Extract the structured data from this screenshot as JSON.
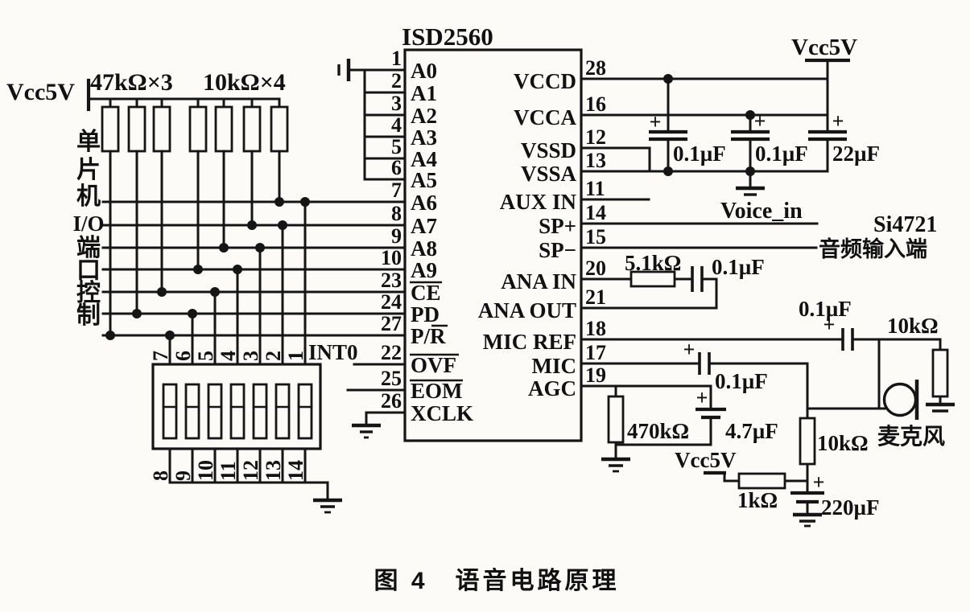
{
  "caption": "图 4　语音电路原理",
  "chip": {
    "title": "ISD2560",
    "left_pins": [
      {
        "num": "1",
        "name": "A0"
      },
      {
        "num": "2",
        "name": "A1"
      },
      {
        "num": "3",
        "name": "A2"
      },
      {
        "num": "4",
        "name": "A3"
      },
      {
        "num": "5",
        "name": "A4"
      },
      {
        "num": "6",
        "name": "A5"
      },
      {
        "num": "7",
        "name": "A6"
      },
      {
        "num": "8",
        "name": "A7"
      },
      {
        "num": "9",
        "name": "A8"
      },
      {
        "num": "10",
        "name": "A9"
      },
      {
        "num": "23",
        "name": "CE"
      },
      {
        "num": "24",
        "name": "PD"
      },
      {
        "num": "27",
        "name": "P/R"
      },
      {
        "num": "22",
        "name": "OVF"
      },
      {
        "num": "25",
        "name": "EOM"
      },
      {
        "num": "26",
        "name": "XCLK"
      }
    ],
    "right_pins": [
      {
        "num": "28",
        "name": "VCCD"
      },
      {
        "num": "16",
        "name": "VCCA"
      },
      {
        "num": "12",
        "name": "VSSD"
      },
      {
        "num": "13",
        "name": "VSSA"
      },
      {
        "num": "11",
        "name": "AUX IN"
      },
      {
        "num": "14",
        "name": "SP+"
      },
      {
        "num": "15",
        "name": "SP−"
      },
      {
        "num": "20",
        "name": "ANA IN"
      },
      {
        "num": "21",
        "name": "ANA OUT"
      },
      {
        "num": "18",
        "name": "MIC REF"
      },
      {
        "num": "17",
        "name": "MIC"
      },
      {
        "num": "19",
        "name": "AGC"
      }
    ]
  },
  "left": {
    "vcc": "Vcc5V",
    "r_group_1": "47kΩ×3",
    "r_group_2": "10kΩ×4",
    "mcu_chars": [
      "单",
      "片",
      "机",
      "I/O",
      "端",
      "口",
      "控",
      "制"
    ],
    "dip_top": [
      "7",
      "6",
      "5",
      "4",
      "3",
      "2",
      "1"
    ],
    "dip_bottom": [
      "8",
      "9",
      "10",
      "11",
      "12",
      "13",
      "14"
    ],
    "int0": "INT0"
  },
  "right": {
    "vcc_top": "Vcc5V",
    "c1": "0.1µF",
    "c2": "0.1µF",
    "c3": "22µF",
    "voice_in": "Voice_in",
    "si": "Si4721",
    "audio_in": "音频输入端",
    "r_ana": "5.1kΩ",
    "c_ana": "0.1µF",
    "c_micref": "0.1µF",
    "r_micref": "10kΩ",
    "c_mic": "0.1µF",
    "mic": "麦克风",
    "r_agc": "470kΩ",
    "c_agc": "4.7µF",
    "vcc_bias": "Vcc5V",
    "r_bias": "1kΩ",
    "c_bias": "220µF",
    "r_mic_bias": "10kΩ",
    "plus": "+"
  }
}
